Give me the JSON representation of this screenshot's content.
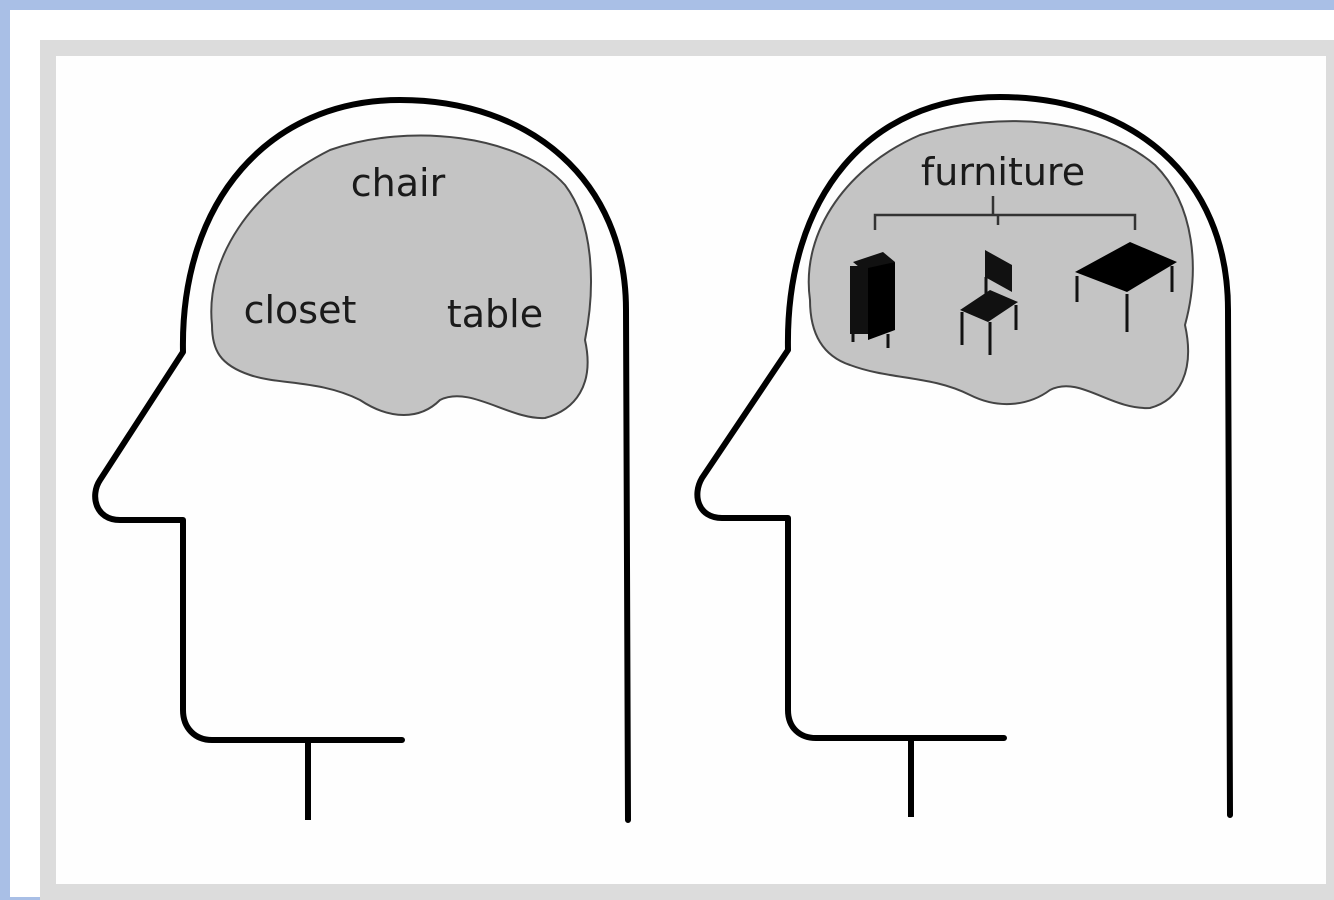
{
  "left_head": {
    "words": {
      "chair": "chair",
      "closet": "closet",
      "table": "table"
    }
  },
  "right_head": {
    "category": "furniture",
    "icons": [
      "wardrobe-icon",
      "chair-icon",
      "table-icon"
    ]
  },
  "colors": {
    "brain_fill": "#c4c4c4",
    "outline": "#000000",
    "frame": "#dcdcdc",
    "background": "#a9bfe6"
  }
}
